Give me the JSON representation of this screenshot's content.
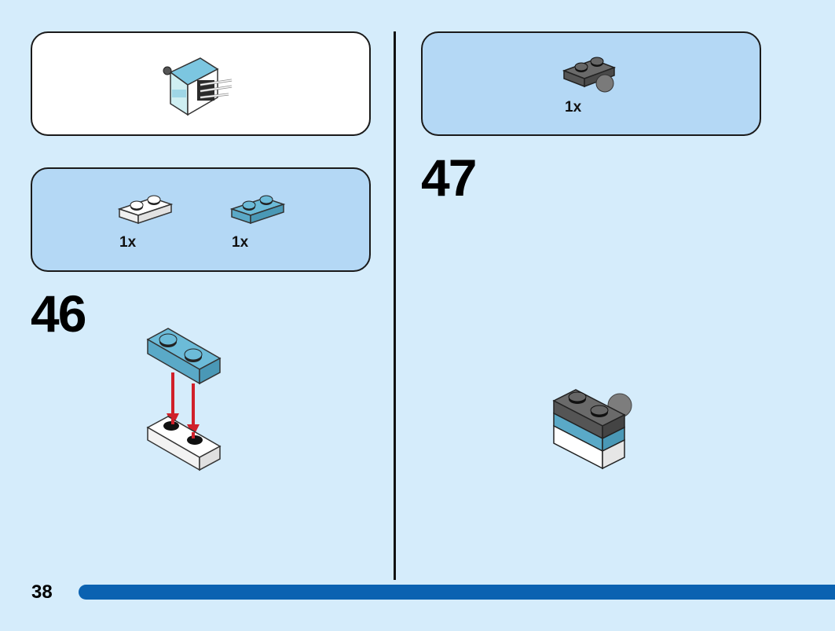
{
  "page": {
    "number": "38",
    "accent": "#0b62b1",
    "background": "#d5ecfb"
  },
  "left": {
    "submodel_box": {
      "icon": "fish-head-submodel-icon"
    },
    "parts": [
      {
        "name": "white-plate-1x2-icon",
        "qty": "1x",
        "color": "#ffffff"
      },
      {
        "name": "medium-azure-plate-1x2-icon",
        "qty": "1x",
        "color": "#5fb3d3"
      }
    ],
    "step": {
      "number": "46",
      "arrow_color": "#d0202a"
    }
  },
  "right": {
    "parts": [
      {
        "name": "dark-gray-plate-with-ball-icon",
        "qty": "1x",
        "color": "#5a5a5a"
      }
    ],
    "step": {
      "number": "47"
    }
  }
}
